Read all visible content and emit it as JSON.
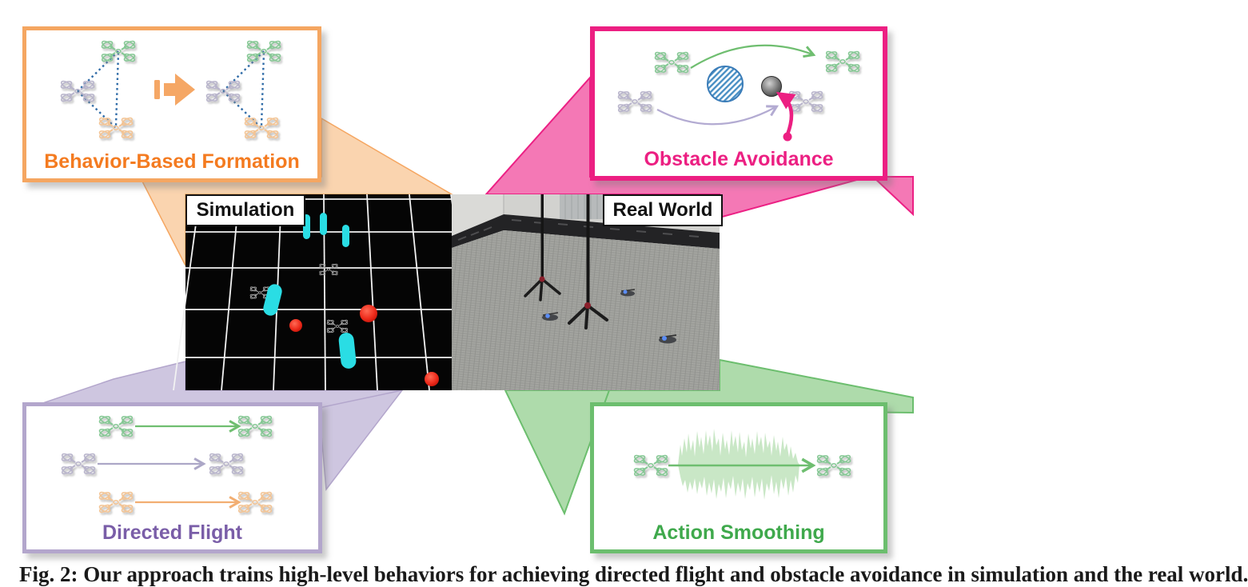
{
  "panels": {
    "formation": {
      "label": "Behavior-Based Formation"
    },
    "obstacle_avoidance": {
      "label": "Obstacle Avoidance"
    },
    "directed_flight": {
      "label": "Directed Flight"
    },
    "action_smoothing": {
      "label": "Action Smoothing"
    }
  },
  "center": {
    "simulation_label": "Simulation",
    "real_world_label": "Real World"
  },
  "caption": {
    "text": "Fig. 2: Our approach trains high-level behaviors for achieving directed flight and obstacle avoidance in simulation and the real world."
  },
  "colors": {
    "formation_accent": "#F47B20",
    "formation_border": "#F5A661",
    "formation_connector": "#FAD4AF",
    "obstacle_accent": "#EC1F82",
    "obstacle_connector": "#F478B5",
    "directed_accent": "#7A5EA8",
    "directed_border": "#B3A6CC",
    "directed_connector": "#CEC6E0",
    "smoothing_accent": "#3FA94C",
    "smoothing_border": "#6CBE6E",
    "smoothing_connector": "#AEDBAB",
    "drone_green": "#85C894",
    "drone_gray": "#B8B4CB",
    "drone_orange": "#F3C494",
    "formation_link_blue": "#2F6BA7",
    "sim_obstacle_cyan": "#2ADDE4",
    "sim_target_red": "#EE2C1C"
  },
  "icons": {
    "drone": "quadcopter-x-outline",
    "formation_arrow": "right-block-arrow",
    "obstacle": "hatched-circle",
    "target": "gray-sphere",
    "waveform": "noisy-action-waveform"
  }
}
